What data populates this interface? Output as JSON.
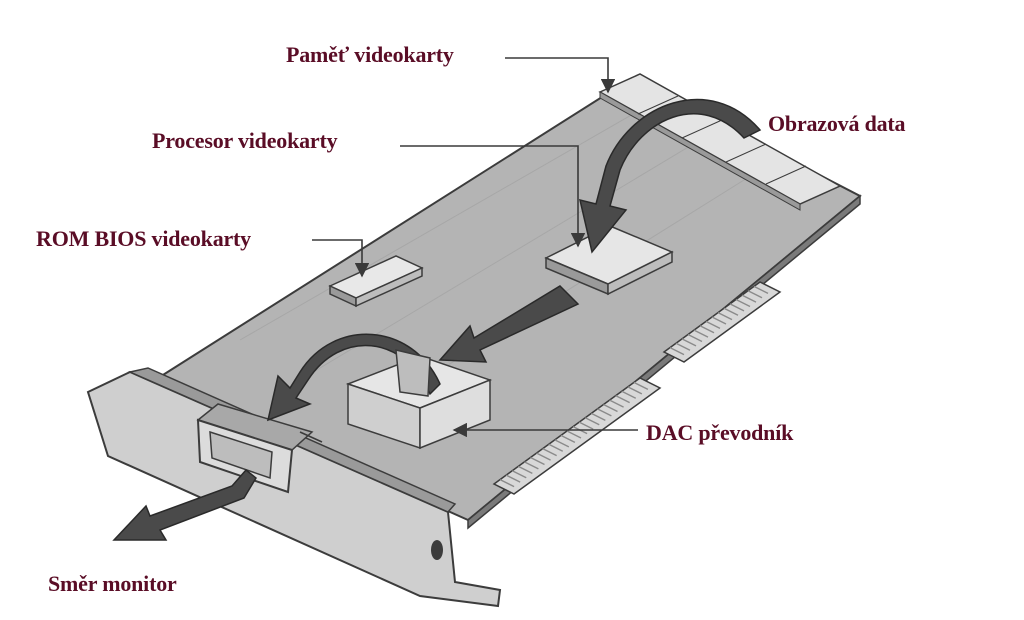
{
  "colors": {
    "label": "#5a0d26",
    "board": "#b4b4b4",
    "board_edge": "#3c3c3c",
    "chip": "#e4e4e4",
    "arrow": "#4a4a4a",
    "bracket": "#cfcfcf",
    "contacts": "#8a8a8a"
  },
  "labels": {
    "video_memory": "Paměť videokarty",
    "video_processor": "Procesor videokarty",
    "rom_bios": "ROM BIOS videokarty",
    "image_data": "Obrazová data",
    "dac": "DAC převodník",
    "monitor_direction": "Směr monitor"
  }
}
